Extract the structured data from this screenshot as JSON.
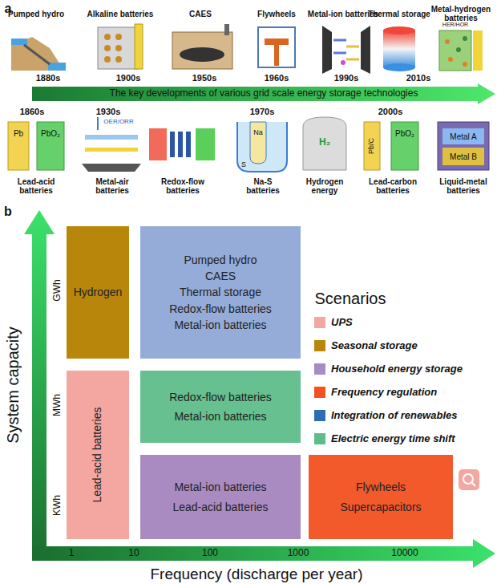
{
  "diagram": {
    "nodes": [
      {
        "text": [
          "The key developments of various grid scale energy storage technologies"
        ]
      },
      {
        "text": [
          "Hydrogen"
        ]
      },
      {
        "text": [
          "Pumped hydro",
          "CAES",
          "Thermal storage",
          "Redox-flow batteries",
          "Metal-ion batteries"
        ]
      },
      {
        "text": [
          "Lead-acid batteries"
        ]
      },
      {
        "text": [
          "Redox-flow batteries",
          "Metal-ion batteries"
        ]
      },
      {
        "text": [
          "Metal-ion batteries",
          "Lead-acid batteries"
        ]
      },
      {
        "text": [
          "Flywheels",
          "Supercapacitors"
        ]
      }
    ],
    "labels": [
      "a",
      "Pumped hydro",
      "Alkaline batteries",
      "CAES",
      "Flywheels",
      "Metal-ion batteries",
      "Thermal storage",
      "Metal-hydrogen batteries",
      "1880s",
      "1900s",
      "1950s",
      "1960s",
      "1990s",
      "2010s",
      "1860s",
      "1930s",
      "1970s",
      "2000s",
      "Lead-acid batteries",
      "Metal-air batteries",
      "Redox-flow batteries",
      "Na-S batteries",
      "Hydrogen energy",
      "Lead-carbon batteries",
      "Liquid-metal batteries",
      "Pb",
      "PbO₂",
      "OER/ORR",
      "S",
      "Na",
      "H₂",
      "Pb/C",
      "PbO₂",
      "Metal A",
      "Metal B",
      "HER/HOR",
      "b",
      "System capacity",
      "GWh",
      "MWh",
      "KWh",
      "1",
      "10",
      "100",
      "1000",
      "10000",
      "Frequency (discharge per year)",
      "Scenarios"
    ],
    "legend": [
      {
        "text": "UPS",
        "color": "#f4a6a0"
      },
      {
        "text": "Seasonal storage",
        "color": "#b8860b"
      },
      {
        "text": "Household energy storage",
        "color": "#a68bc4"
      },
      {
        "text": "Frequency regulation",
        "color": "#f4511e"
      },
      {
        "text": "Integration of renewables",
        "color": "#2e6db4"
      },
      {
        "text": "Electric energy time shift",
        "color": "#5dbe8a"
      }
    ]
  }
}
